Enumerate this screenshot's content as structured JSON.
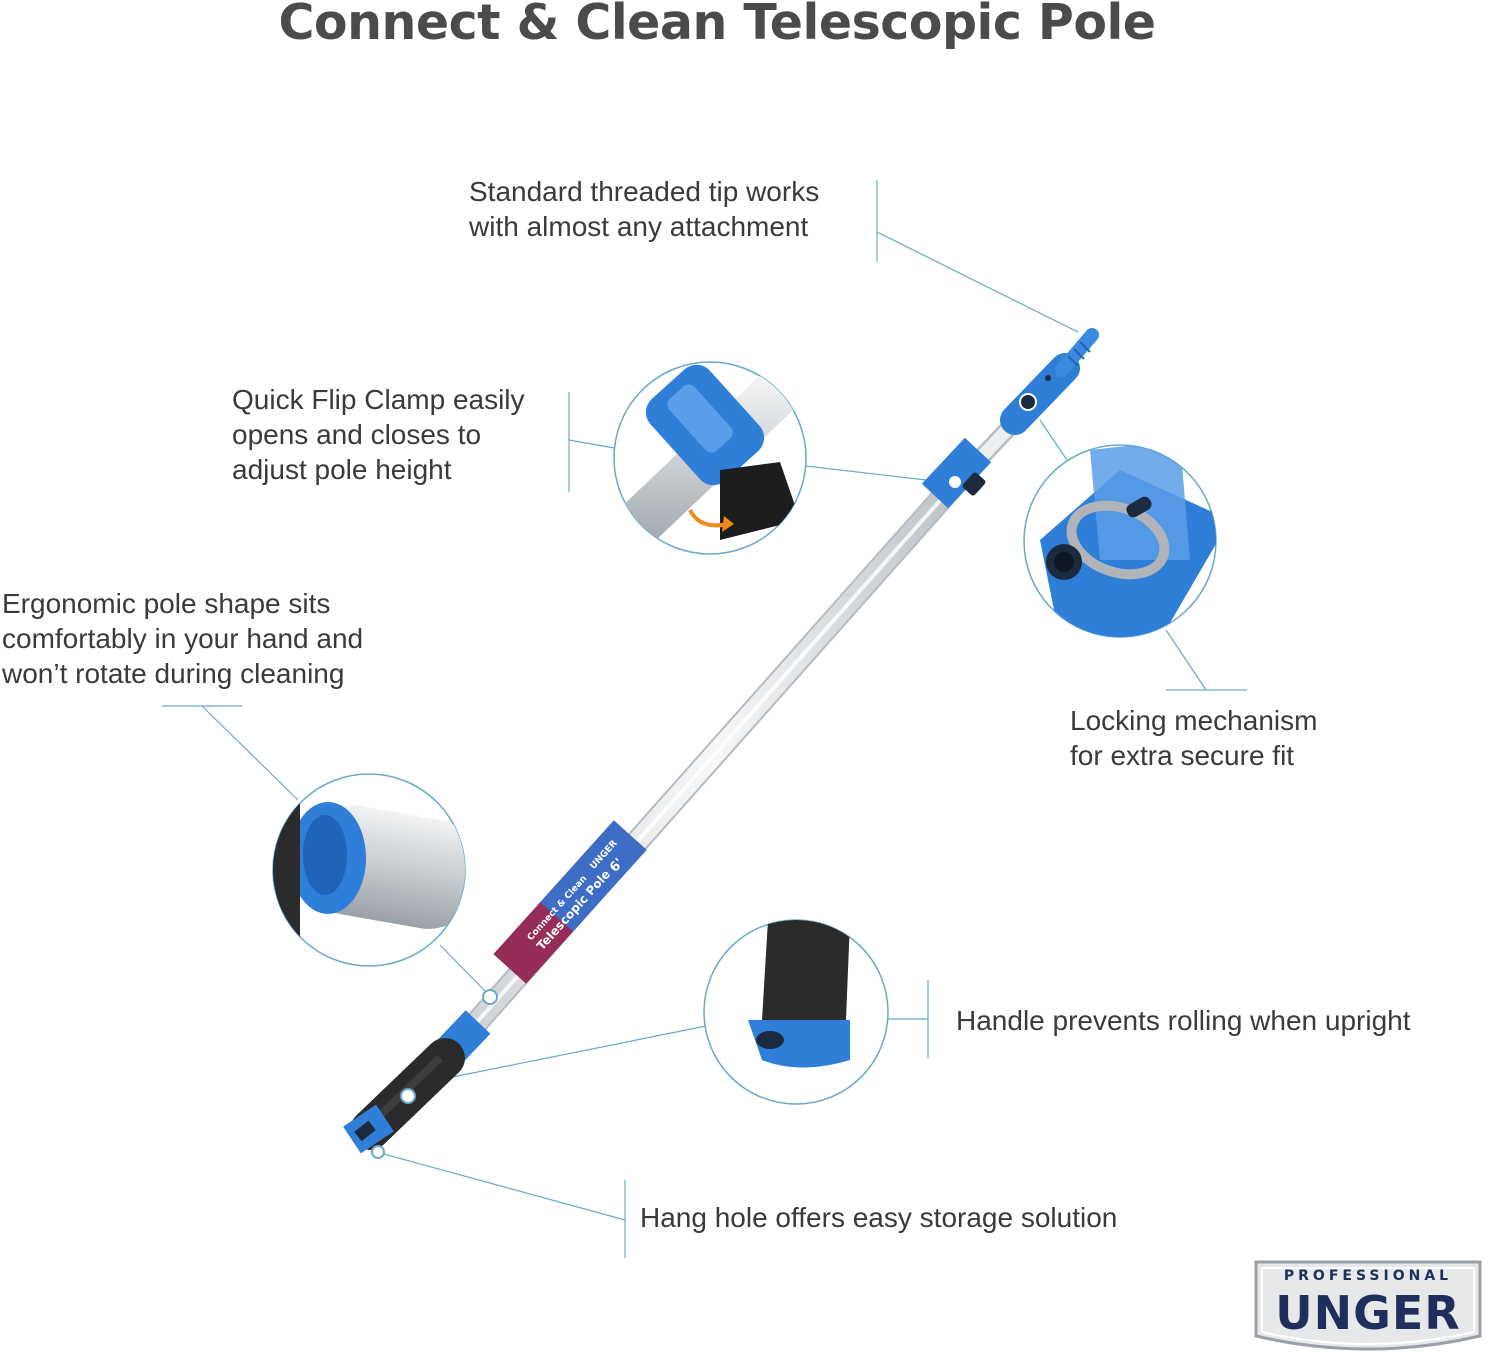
{
  "title": "Connect & Clean Telescopic Pole",
  "callouts": {
    "tip": [
      "Standard threaded tip works",
      "with almost any attachment"
    ],
    "clamp": [
      "Quick Flip Clamp easily",
      "opens and closes to",
      "adjust pole height"
    ],
    "ergonomic": [
      "Ergonomic pole shape sits",
      "comfortably in your hand and",
      "won’t rotate during cleaning"
    ],
    "locking": [
      "Locking mechanism",
      "for extra secure fit"
    ],
    "handle": "Handle prevents rolling when upright",
    "hang": "Hang hole offers easy storage solution"
  },
  "label": {
    "brand": "UNGER",
    "line1": "Connect & Clean",
    "line2": "Telescopic Pole",
    "size": "6'"
  },
  "logo": {
    "top": "PROFESSIONAL",
    "main": "UNGER"
  },
  "colors": {
    "blue": "#2f7fd8",
    "line": "#6aa9c8",
    "pole": "#e6e8ea",
    "grip": "#2b2b2b",
    "arrow": "#f08a1c"
  }
}
